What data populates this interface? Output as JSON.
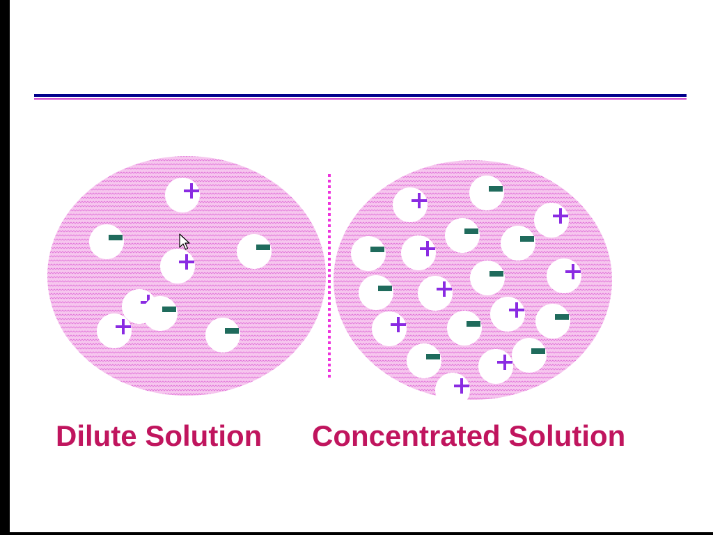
{
  "labels": {
    "dilute": "Dilute Solution",
    "concentrated": "Concentrated Solution"
  },
  "colors": {
    "solution_fill": "#f6c6ee",
    "solution_wave": "#e070d8",
    "membrane": "#ee33dd",
    "positive_ion": "#8a2be2",
    "negative_ion": "#1f6b5c",
    "ion_shell": "#ffffff",
    "label": "#c0155e",
    "rule_blue": "#00008b",
    "rule_pink": "#cc44cc"
  },
  "diagram": {
    "membrane_style": "dotted vertical line",
    "dilute_solution": {
      "positive_ions": 4,
      "negative_ions": 4
    },
    "concentrated_solution": {
      "positive_ions": 9,
      "negative_ions": 10
    }
  },
  "icons": [
    "mouse-pointer-icon"
  ]
}
